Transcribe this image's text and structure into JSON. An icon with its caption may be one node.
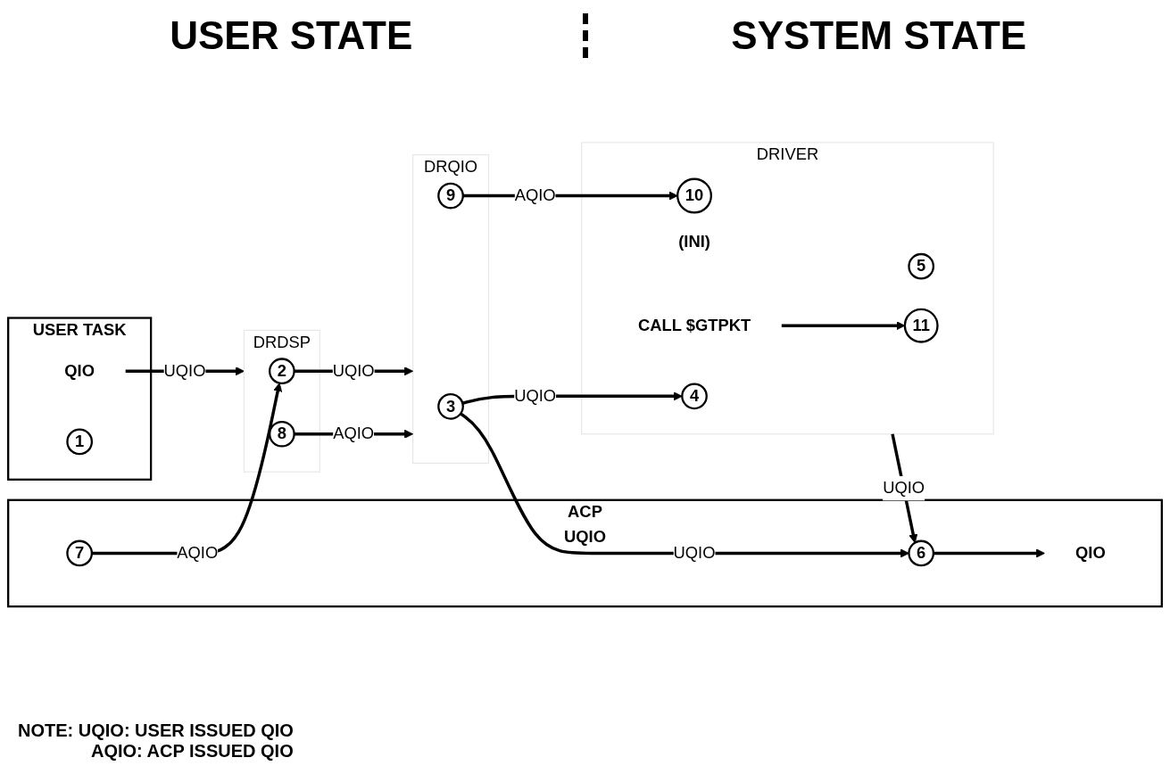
{
  "diagram": {
    "nodes": [
      {
        "text": [
          "USER TASK"
        ]
      },
      {
        "text": [
          "QIO"
        ],
        "in": 0
      },
      {
        "text": [
          "1"
        ],
        "in": 0
      },
      {
        "text": [
          "DRDSP"
        ]
      },
      {
        "text": [
          "2"
        ],
        "in": 3
      },
      {
        "text": [
          "8"
        ],
        "in": 3
      },
      {
        "text": [
          "DRQIO"
        ]
      },
      {
        "text": [
          "3"
        ],
        "in": 6
      },
      {
        "text": [
          "9"
        ],
        "in": 6
      },
      {
        "text": [
          "ACP",
          "UQIO"
        ]
      },
      {
        "text": [
          "7"
        ],
        "in": 9
      },
      {
        "text": [
          "QIO"
        ],
        "in": 9
      },
      {
        "text": [
          "6"
        ],
        "in": 9
      },
      {
        "text": [
          "DRIVER"
        ]
      },
      {
        "text": [
          "4"
        ],
        "in": 13
      },
      {
        "text": [
          "10"
        ],
        "in": 13,
        "beside": [
          "(INI)"
        ]
      },
      {
        "text": [
          "CALL $GTPKT"
        ],
        "in": 13
      },
      {
        "text": [
          "5"
        ],
        "in": 13
      },
      {
        "text": [
          "11"
        ],
        "in": 13
      }
    ],
    "edges": [
      {
        "from": 1,
        "to": 3,
        "arrow": "to",
        "label": "UQIO"
      },
      {
        "from": 4,
        "to": 6,
        "arrow": "to",
        "label": "UQIO"
      },
      {
        "from": 5,
        "to": 6,
        "arrow": "to",
        "label": "AQIO"
      },
      {
        "from": 10,
        "to": 4,
        "arrow": "to",
        "label": "AQIO"
      },
      {
        "from": 7,
        "to": 14,
        "arrow": "to",
        "label": "UQIO"
      },
      {
        "from": 7,
        "to": 12,
        "arrow": "to",
        "label": "UQIO"
      },
      {
        "from": 8,
        "to": 15,
        "arrow": "to",
        "label": "AQIO"
      },
      {
        "from": 13,
        "to": 12,
        "arrow": "to",
        "label": "UQIO"
      },
      {
        "from": 12,
        "to": 11,
        "arrow": "to"
      },
      {
        "from": 16,
        "to": 18,
        "arrow": "to"
      }
    ],
    "labels": [
      "USER STATE",
      "SYSTEM STATE",
      "NOTE: UQIO: USER ISSUED QIO",
      "AQIO: ACP ISSUED QIO"
    ]
  }
}
